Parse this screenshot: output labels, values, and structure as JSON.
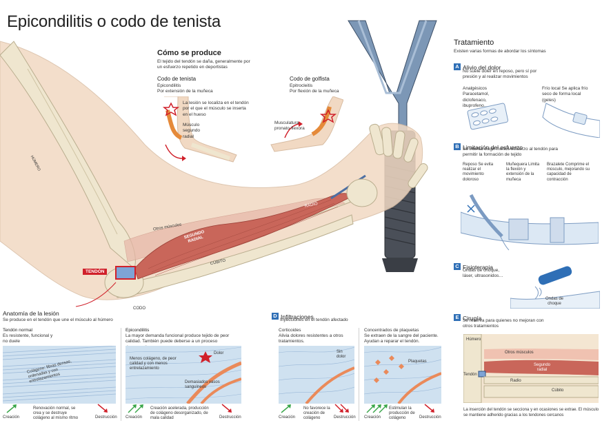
{
  "title": "Epicondilitis o codo de tenista",
  "como": {
    "title": "Cómo se produce",
    "desc": "El tejido del tendón se daña, generalmente por un esfuerzo repetido en deportistas",
    "tenista_title": "Codo de tenista",
    "tenista_sub1": "Epicondilitis",
    "tenista_sub2": "Por extensión de la muñeca",
    "tenista_note": "La lesión se localiza en el tendón por el que el músculo se inserta en el hueso",
    "tenista_muscle": "Músculo segundo radial",
    "golf_title": "Codo de golfista",
    "golf_sub1": "Epitrocleitis",
    "golf_sub2": "Por flexión de la muñeca",
    "golf_muscle": "Musculatura pronato-flexora"
  },
  "arm_labels": {
    "humero": "HÚMERO",
    "otros": "Otros músculos",
    "segundo": "SEGUNDO RADIAL",
    "radio": "RADIO",
    "cubito": "CÚBITO",
    "tendon": "TENDÓN",
    "codo": "CODO"
  },
  "tratamiento": {
    "title": "Tratamiento",
    "subtitle": "Existen varias formas de abordar los síntomas",
    "a": {
      "letter": "A",
      "title": "Alivio del dolor",
      "desc": "No suele doler en reposo, pero sí por presión y al realizar movimientos",
      "drugs": "Analgésicos Paracetamol, diclofenaco, ibuprofeno…",
      "cold": "Frío local Se aplica frío seco de forma local (geles)"
    },
    "b": {
      "letter": "B",
      "title": "Limitación del esfuerzo",
      "desc": "Se intenta exigir menos esfuerzo al tendón para permitir la formación de tejido",
      "reposo": "Reposo Se evita realizar el movimiento doloroso",
      "munequera": "Muñequera Limita la flexión y extensión de la muñeca",
      "brazalete": "Brazalete Comprime el músculo, mejorando su capacidad de contracción"
    },
    "c": {
      "letter": "C",
      "title": "Fisioterapia",
      "desc": "Ondas de choque, láser, ultrasonidos…",
      "ondas": "Ondas de choque"
    },
    "e": {
      "letter": "E",
      "title": "Cirugía",
      "desc": "Se reserva para quienes no mejoran con otros tratamientos",
      "humero": "Húmero",
      "otros": "Otros músculos",
      "segundo": "Segundo radial",
      "tendon": "Tendón",
      "radio": "Radio",
      "cubito": "Cúbito",
      "foot": "La inserción del tendón se secciona y en ocasiones se extrae. El músculo se mantiene adherido gracias a los tendones cercanos"
    }
  },
  "anatomia": {
    "title": "Anatomía de la lesión",
    "subtitle": "Se produce en el tendón que une el músculo al húmero",
    "normal_title": "Tendón normal",
    "normal_desc": "Es resistente, funcional y no duele",
    "colageno": "Colágeno: fibras densas, ordenadas y con entrelazamientos",
    "renov": "Renovación normal, se crea y se destruye colágeno al mismo ritmo",
    "epi_title": "Epicondilitis",
    "epi_desc": "La mayor demanda funcional produce tejido de peor calidad. También puede deberse a un proceso degenerativo.",
    "menos": "Menos colágeno, de peor calidad y con menos entrelazamiento",
    "dolor": "Dolor",
    "vasos": "Demasiados vasos sanguíneos",
    "creacion_acel": "Creación acelerada, producción de colágeno desorganizado, de mala calidad",
    "creacion": "Creación",
    "destruccion": "Destrucción"
  },
  "infiltraciones": {
    "letter": "D",
    "title": "Infiltraciones",
    "subtitle": "Inyecciones en el tendón afectado",
    "cort_title": "Corticoides",
    "cort_desc": "Alivia dolores resistentes a otros tratamientos.",
    "sin_dolor": "Sin dolor",
    "no_fav": "No favorece la creación de colágeno",
    "plaq_title": "Concentrados de plaquetas",
    "plaq_desc": "Se extraen de la sangre del paciente. Ayudan a reparar el tendón.",
    "plaquetas": "Plaquetas",
    "estimulan": "Estimulan la producción de colágeno",
    "creacion": "Creación",
    "destruccion": "Destrucción"
  },
  "colors": {
    "accent": "#2f6fb6",
    "tendon_red": "#d0202a",
    "muscle": "#c9665a",
    "skin": "#f1d9c3",
    "bone": "#efe6cf",
    "tissue": "#cfe1f0",
    "vessel": "#ea8a5a",
    "green": "#3aa64a"
  }
}
